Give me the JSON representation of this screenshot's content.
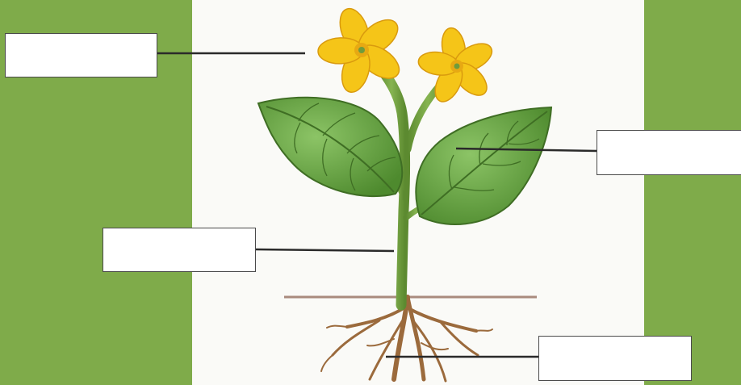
{
  "colors": {
    "background": "#7fab4a",
    "panel": "#fafaf7",
    "petal": "#f5c518",
    "leaf": "#5f9e3a",
    "stem": "#6f9c3c",
    "root": "#9b6a3c",
    "leader_line": "#2a2a2a"
  },
  "labels": [
    {
      "part": "flower",
      "text": ""
    },
    {
      "part": "leaf",
      "text": ""
    },
    {
      "part": "stem",
      "text": ""
    },
    {
      "part": "root",
      "text": ""
    }
  ]
}
